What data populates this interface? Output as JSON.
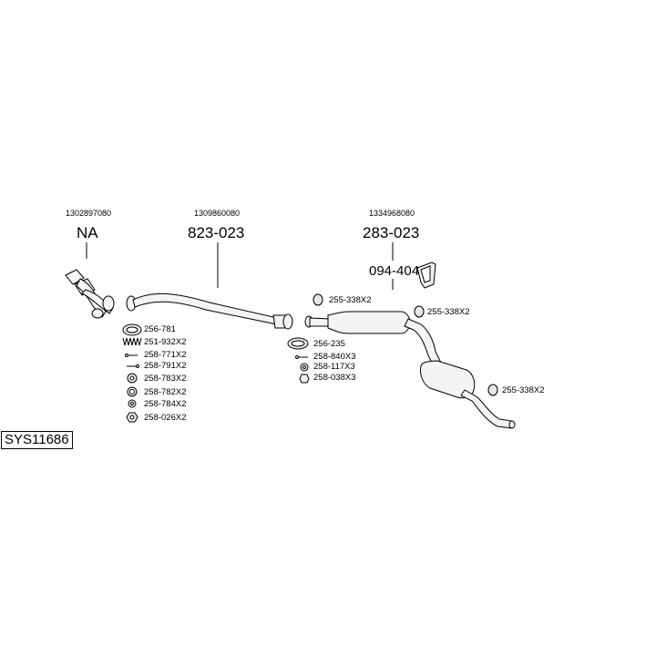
{
  "system_code": "SYS11686",
  "groups": [
    {
      "oem": "1302897080",
      "part": "NA"
    },
    {
      "oem": "1309860080",
      "part": "823-023"
    },
    {
      "oem": "1334968080",
      "part": "283-023"
    }
  ],
  "bracket_part": "094-404",
  "fittings_front": [
    "256-781",
    "251-932X2",
    "258-771X2",
    "258-791X2",
    "258-783X2",
    "258-782X2",
    "258-784X2",
    "258-026X2"
  ],
  "fittings_middle": [
    "256-235",
    "258-840X3",
    "258-117X3",
    "258-038X3"
  ],
  "hangers": [
    "255-338X2",
    "255-338X2",
    "255-338X2"
  ]
}
